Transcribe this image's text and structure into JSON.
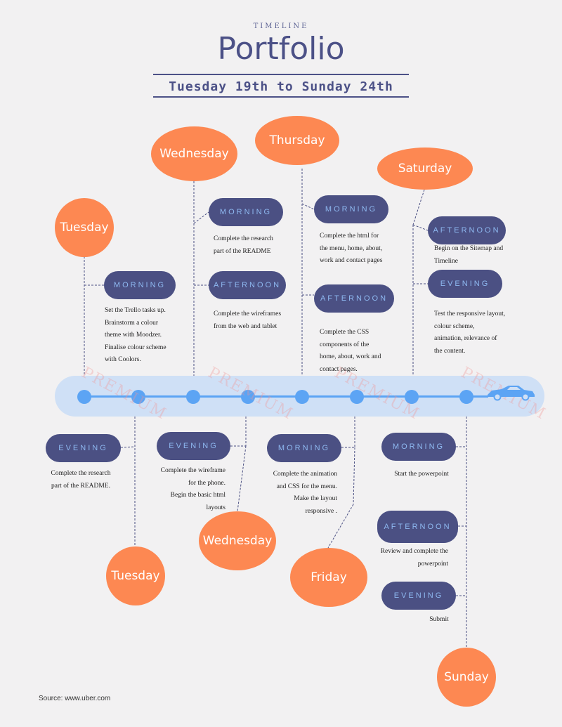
{
  "header": {
    "kicker": "TIMELINE",
    "title": "Portfolio",
    "subtitle": "Tuesday 19th to Sunday 24th"
  },
  "days": {
    "tuesday": "Tuesday",
    "wednesday": "Wednesday",
    "thursday": "Thursday",
    "friday": "Friday",
    "saturday": "Saturday",
    "sunday": "Sunday"
  },
  "periods": {
    "morning": "MORNING",
    "afternoon": "AFTERNOON",
    "evening": "EVENING"
  },
  "tasks": {
    "tue_morning": [
      "Set the Trello tasks up.",
      "Brainstorm a colour",
      "theme with Moodzer.",
      "Finalise colour scheme",
      "with Coolors."
    ],
    "tue_evening": [
      "Complete the research",
      "part of the README."
    ],
    "wed_morning": [
      "Complete the research",
      "part of the README"
    ],
    "wed_afternoon": [
      "Complete the wireframes",
      "from the web and tablet"
    ],
    "wed_evening": [
      "Complete the wireframe",
      "for the phone.",
      "Begin  the basic html",
      "layouts"
    ],
    "thu_morning": [
      "Complete the html for",
      "the menu, home, about,",
      "work and contact pages"
    ],
    "thu_afternoon": [
      "Complete the CSS",
      "components of the",
      "home, about, work and",
      "contact pages."
    ],
    "fri_morning": [
      "Complete the animation",
      "and CSS for the menu.",
      "Make the layout",
      "responsive ."
    ],
    "sat_afternoon": [
      "Begin on the Sitemap and",
      "Timeline"
    ],
    "sat_evening": [
      "Test the responsive layout,",
      "colour scheme,",
      "animation, relevance of",
      "the content."
    ],
    "sun_morning": [
      "Start the powerpoint"
    ],
    "sun_afternoon": [
      "Review and complete the",
      "powerpoint"
    ],
    "sun_evening": [
      "Submit"
    ]
  },
  "watermark": "PREMIUM",
  "source": "Source: www.uber.com",
  "icons": [
    "car-icon"
  ],
  "colors": {
    "day_bubble": "#fd8852",
    "pill": "#4b5083",
    "pill_text": "#8eb8f0",
    "timeline": "#5ca4f4",
    "band": "#cfe0f6",
    "heading": "#4c5187"
  }
}
